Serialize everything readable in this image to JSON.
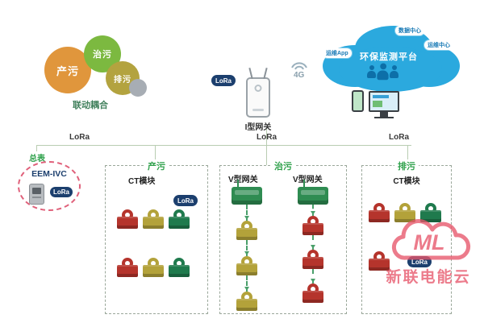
{
  "colors": {
    "cloud_blue": "#2ba9de",
    "lora_navy": "#1c3f6e",
    "box_label_green": "#2fa14b",
    "module_red": "#b5342c",
    "module_yellow": "#b3a23a",
    "module_green": "#1f7a4d",
    "gear_orange": "#e0963c",
    "gear_green": "#7cb940",
    "gear_khaki": "#b3a33f",
    "watermark_red": "#e7576b",
    "meter_dash_pink": "#e0607a"
  },
  "gears": {
    "caption": "联动耦合",
    "items": [
      {
        "label": "产污"
      },
      {
        "label": "治污"
      },
      {
        "label": "排污"
      }
    ]
  },
  "gateway": {
    "label": "I型网关",
    "lora": "LoRa",
    "g4": "4G"
  },
  "cloud": {
    "title": "环保监测平台",
    "sub_top": "数据中心",
    "sub_left": "运维App",
    "sub_right": "运维中心"
  },
  "bus": {
    "lora_left": "LoRa",
    "lora_mid": "LoRa",
    "lora_right": "LoRa"
  },
  "meter": {
    "caption": "总表",
    "name": "EEM-IVC",
    "lora": "LoRa"
  },
  "boxes": [
    {
      "label": "产污",
      "module_label": "CT模块",
      "lora": "LoRa"
    },
    {
      "label": "治污",
      "gateway_left": "V型网关",
      "gateway_right": "V型网关"
    },
    {
      "label": "排污",
      "module_label": "CT模块",
      "lora": "LoRa"
    }
  ],
  "watermark": {
    "logo": "ML",
    "text": "新联电能云"
  }
}
